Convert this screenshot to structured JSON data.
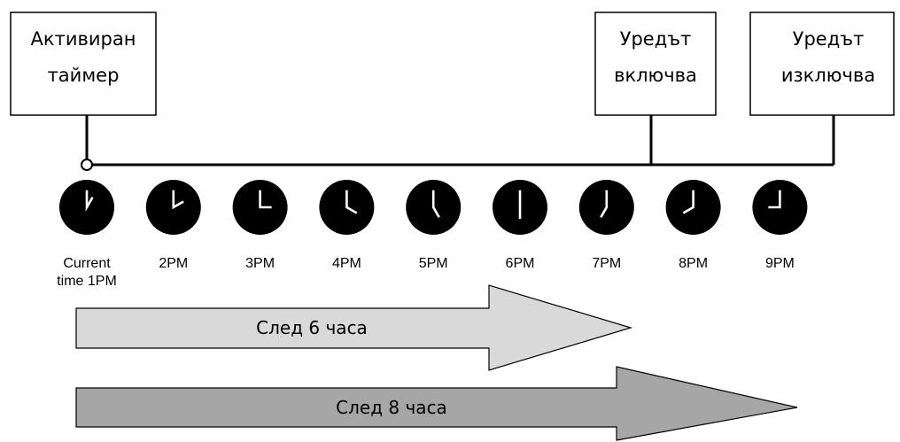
{
  "boxes": {
    "timer": {
      "line1": "Активиран",
      "line2": "таймер"
    },
    "on": {
      "line1": "Уредът",
      "line2": "включва"
    },
    "off": {
      "line1": "Уредът",
      "line2": "изключва"
    }
  },
  "clocks": [
    {
      "label1": "Current",
      "label2": "time 1PM",
      "hour": 1
    },
    {
      "label1": "2PM",
      "label2": "",
      "hour": 2
    },
    {
      "label1": "3PM",
      "label2": "",
      "hour": 3
    },
    {
      "label1": "4PM",
      "label2": "",
      "hour": 4
    },
    {
      "label1": "5PM",
      "label2": "",
      "hour": 5
    },
    {
      "label1": "6PM",
      "label2": "",
      "hour": 6
    },
    {
      "label1": "7PM",
      "label2": "",
      "hour": 7
    },
    {
      "label1": "8PM",
      "label2": "",
      "hour": 8
    },
    {
      "label1": "9PM",
      "label2": "",
      "hour": 9
    }
  ],
  "arrows": {
    "six_hours": {
      "label": "След 6 часа",
      "fill": "#d9d9d9"
    },
    "eight_hours": {
      "label": "След 8 часа",
      "fill": "#a6a6a6"
    }
  }
}
